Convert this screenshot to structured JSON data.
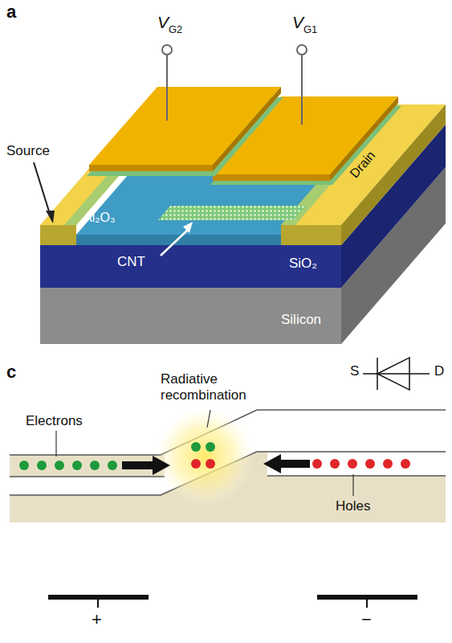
{
  "diagram": {
    "labels": [
      "a",
      "V",
      "G2",
      "V",
      "G1",
      "Source",
      "Drain",
      "Al₂O₃",
      "CNT",
      "SiO₂",
      "Silicon",
      "c",
      "Electrons",
      "Radiative recombination",
      "S",
      "D",
      "Holes",
      "+",
      "−"
    ]
  }
}
